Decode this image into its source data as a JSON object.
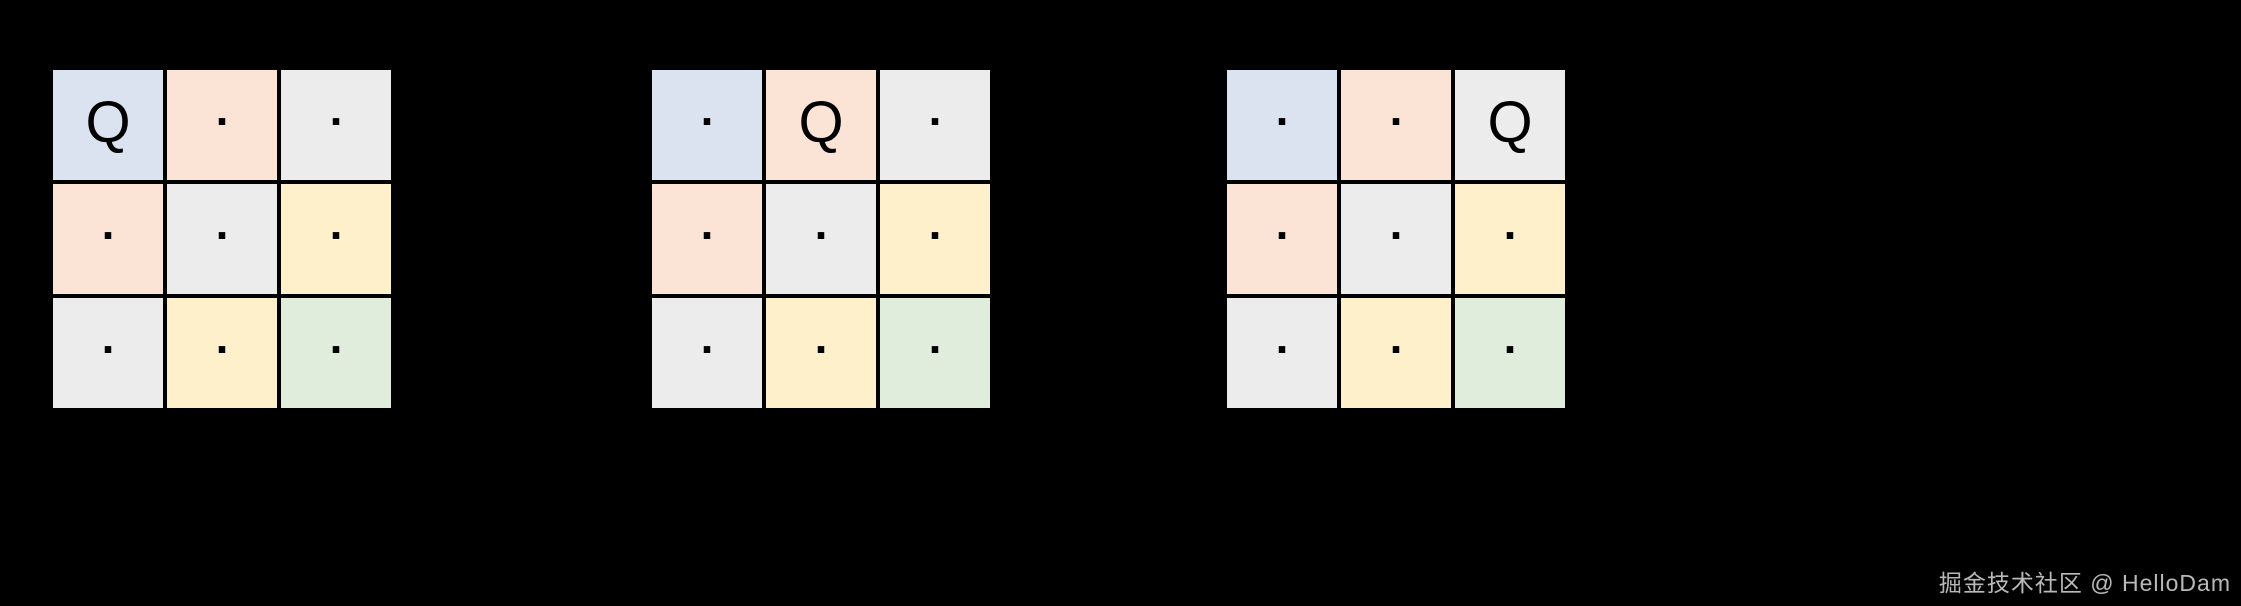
{
  "figure": {
    "background_color": "#000000",
    "queen_symbol": "Q",
    "empty_symbol": "."
  },
  "palette": {
    "blue": "#dce3f0",
    "peach": "#fbe4d6",
    "gray": "#ececec",
    "yellow": "#fdf0cb",
    "green": "#e0ecdc",
    "grid_line": "#000000",
    "glyph": "#000000"
  },
  "boards": [
    {
      "name": "board-queen-col-0",
      "rows": 3,
      "cols": 3,
      "queens": [
        {
          "row": 0,
          "col": 0
        }
      ],
      "cells": [
        [
          {
            "mark": "Q",
            "tint": "blue"
          },
          {
            "mark": ".",
            "tint": "peach"
          },
          {
            "mark": ".",
            "tint": "gray"
          }
        ],
        [
          {
            "mark": ".",
            "tint": "peach"
          },
          {
            "mark": ".",
            "tint": "gray"
          },
          {
            "mark": ".",
            "tint": "yellow"
          }
        ],
        [
          {
            "mark": ".",
            "tint": "gray"
          },
          {
            "mark": ".",
            "tint": "yellow"
          },
          {
            "mark": ".",
            "tint": "green"
          }
        ]
      ]
    },
    {
      "name": "board-queen-col-1",
      "rows": 3,
      "cols": 3,
      "queens": [
        {
          "row": 0,
          "col": 1
        }
      ],
      "cells": [
        [
          {
            "mark": ".",
            "tint": "blue"
          },
          {
            "mark": "Q",
            "tint": "peach"
          },
          {
            "mark": ".",
            "tint": "gray"
          }
        ],
        [
          {
            "mark": ".",
            "tint": "peach"
          },
          {
            "mark": ".",
            "tint": "gray"
          },
          {
            "mark": ".",
            "tint": "yellow"
          }
        ],
        [
          {
            "mark": ".",
            "tint": "gray"
          },
          {
            "mark": ".",
            "tint": "yellow"
          },
          {
            "mark": ".",
            "tint": "green"
          }
        ]
      ]
    },
    {
      "name": "board-queen-col-2",
      "rows": 3,
      "cols": 3,
      "queens": [
        {
          "row": 0,
          "col": 2
        }
      ],
      "cells": [
        [
          {
            "mark": ".",
            "tint": "blue"
          },
          {
            "mark": ".",
            "tint": "peach"
          },
          {
            "mark": "Q",
            "tint": "gray"
          }
        ],
        [
          {
            "mark": ".",
            "tint": "peach"
          },
          {
            "mark": ".",
            "tint": "gray"
          },
          {
            "mark": ".",
            "tint": "yellow"
          }
        ],
        [
          {
            "mark": ".",
            "tint": "gray"
          },
          {
            "mark": ".",
            "tint": "yellow"
          },
          {
            "mark": ".",
            "tint": "green"
          }
        ]
      ]
    }
  ],
  "watermark": {
    "text": "掘金技术社区 @ HelloDam"
  }
}
